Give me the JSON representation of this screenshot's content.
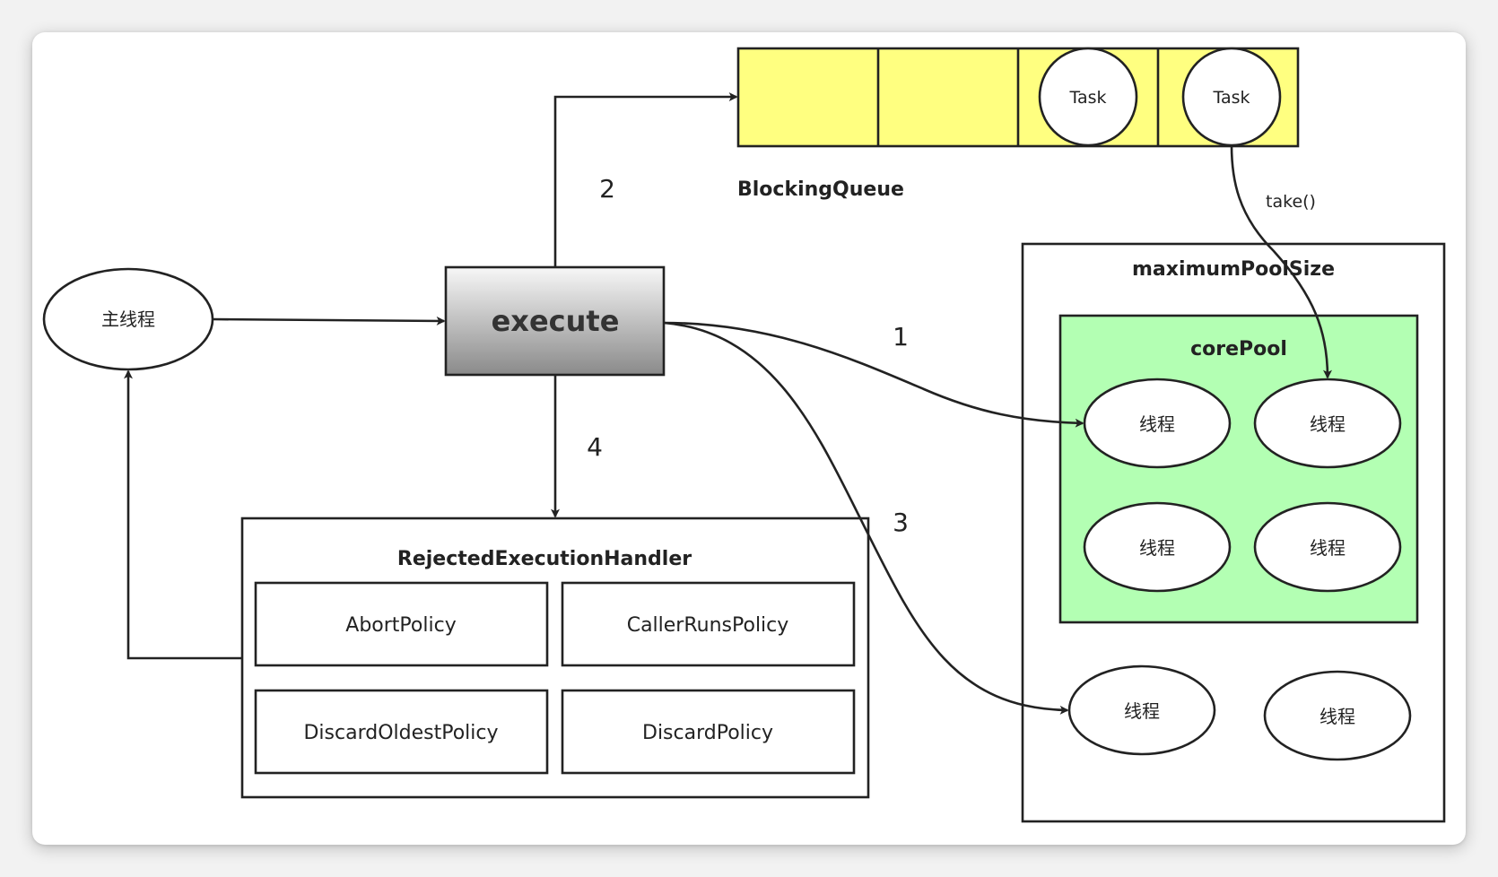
{
  "main_thread": {
    "label": "主线程"
  },
  "execute": {
    "label": "execute"
  },
  "blocking_queue": {
    "label": "BlockingQueue",
    "slots": [
      "",
      "",
      "Task",
      "Task"
    ],
    "fill_color": "#ffff80"
  },
  "take_label": "take()",
  "step_labels": {
    "one": "1",
    "two": "2",
    "three": "3",
    "four": "4"
  },
  "rejected_handler": {
    "title": "RejectedExecutionHandler",
    "policies": [
      "AbortPolicy",
      "CallerRunsPolicy",
      "DiscardOldestPolicy",
      "DiscardPolicy"
    ]
  },
  "maximum_pool": {
    "title": "maximumPoolSize",
    "extra_threads": [
      "线程",
      "线程"
    ]
  },
  "core_pool": {
    "title": "corePool",
    "fill_color": "#b3ffb3",
    "threads": [
      "线程",
      "线程",
      "线程",
      "线程"
    ]
  },
  "execute_gradient": [
    "#f7f7f7",
    "#8a8a8a"
  ]
}
